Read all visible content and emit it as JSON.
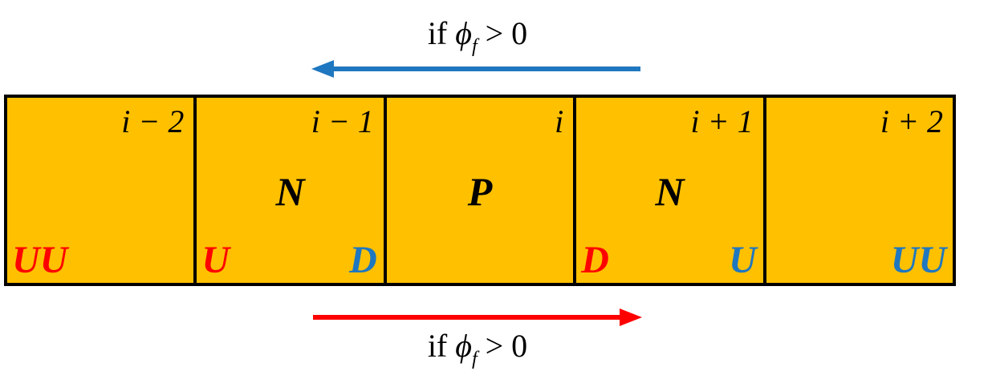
{
  "top_condition": {
    "if_word": "if",
    "phi": "ϕ",
    "subscript": "f",
    "relation": " > 0"
  },
  "bottom_condition": {
    "if_word": "if",
    "phi": "ϕ",
    "subscript": "f",
    "relation": " > 0"
  },
  "arrows": {
    "top": {
      "direction": "left",
      "color": "#1F77C0"
    },
    "bottom": {
      "direction": "right",
      "color": "#FF0000"
    }
  },
  "colors": {
    "cell_fill": "#FFC000",
    "red": "#FF0000",
    "blue": "#1F77C0",
    "border": "#000000"
  },
  "cells": [
    {
      "index": "i − 2",
      "role": "",
      "left_mark": "UU",
      "left_color": "red",
      "right_mark": "",
      "right_color": ""
    },
    {
      "index": "i − 1",
      "role": "N",
      "left_mark": "U",
      "left_color": "red",
      "right_mark": "D",
      "right_color": "blue"
    },
    {
      "index": "i",
      "role": "P",
      "left_mark": "",
      "left_color": "",
      "right_mark": "",
      "right_color": ""
    },
    {
      "index": "i + 1",
      "role": "N",
      "left_mark": "D",
      "left_color": "red",
      "right_mark": "U",
      "right_color": "blue"
    },
    {
      "index": "i + 2",
      "role": "",
      "left_mark": "",
      "left_color": "",
      "right_mark": "UU",
      "right_color": "blue"
    }
  ]
}
